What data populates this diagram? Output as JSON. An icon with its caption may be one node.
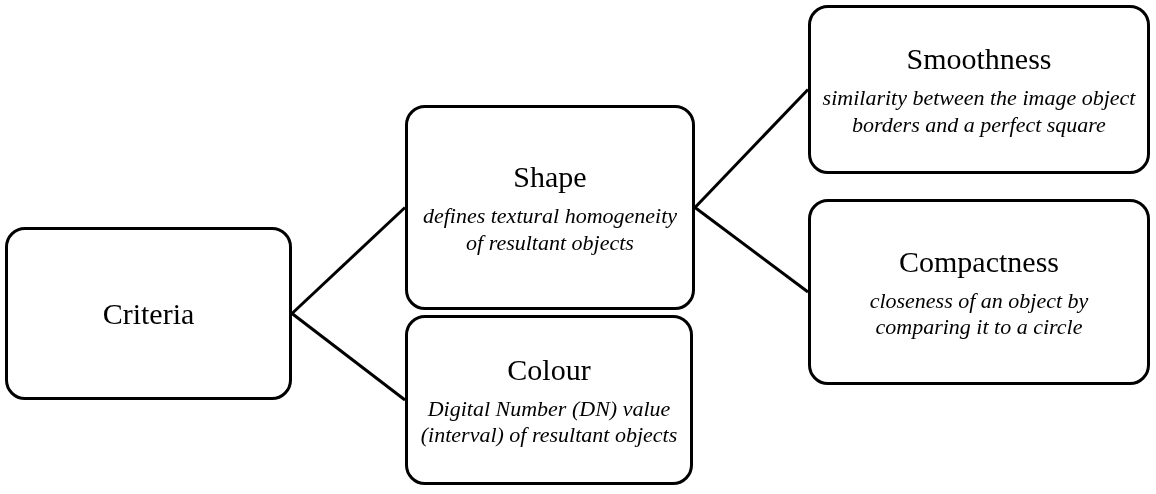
{
  "diagram": {
    "nodes": [
      {
        "text": [
          "Criteria"
        ]
      },
      {
        "text": [
          "Shape",
          "defines textural homogeneity of resultant objects"
        ]
      },
      {
        "text": [
          "Colour",
          "Digital Number (DN) value (interval) of resultant objects"
        ]
      },
      {
        "text": [
          "Smoothness",
          "similarity between the image object borders and a perfect square"
        ]
      },
      {
        "text": [
          "Compactness",
          "closeness of an object by comparing it to a circle"
        ]
      }
    ],
    "edges": [
      {
        "from": 0,
        "to": 1,
        "arrow": "none"
      },
      {
        "from": 0,
        "to": 2,
        "arrow": "none"
      },
      {
        "from": 1,
        "to": 3,
        "arrow": "none"
      },
      {
        "from": 1,
        "to": 4,
        "arrow": "none"
      }
    ]
  }
}
